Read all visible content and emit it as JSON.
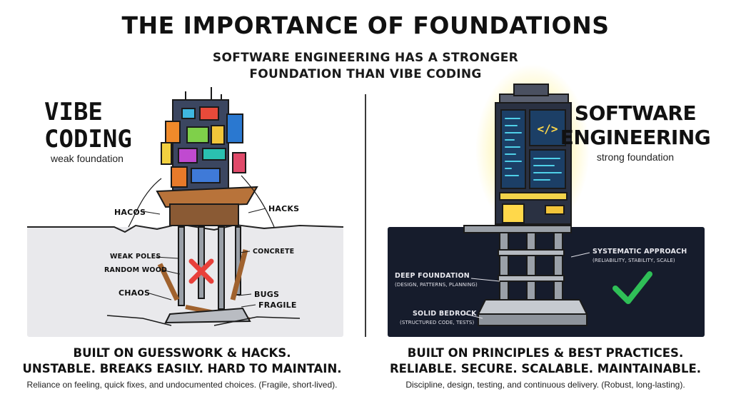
{
  "header": {
    "title": "THE IMPORTANCE OF FOUNDATIONS",
    "subtitle_line1": "SOFTWARE ENGINEERING HAS A STRONGER",
    "subtitle_line2": "FOUNDATION THAN VIBE CODING"
  },
  "left": {
    "heading_line1": "VIBE",
    "heading_line2": "CODING",
    "caption": "weak foundation",
    "labels": {
      "hacos": "HACOS",
      "hacks": "HACKS",
      "weak_poles": "WEAK POLES",
      "random_wood": "RANDOM WOOD",
      "concrete": "CONCRETE",
      "bugs": "BUGS",
      "chaos": "CHAOS",
      "fragile": "FRAGILE"
    },
    "summary_line1": "BUILT ON GUESSWORK & HACKS.",
    "summary_line2": "UNSTABLE. BREAKS EASILY. HARD TO MAINTAIN.",
    "summary_note": "Reliance on feeling, quick fixes, and undocumented choices. (Fragile, short-lived)."
  },
  "right": {
    "heading_line1": "SOFTWARE",
    "heading_line2": "ENGINEERING",
    "caption": "strong foundation",
    "labels": {
      "systematic": "SYSTEMATIC APPROACH",
      "systematic_sub": "(RELIABILITY, STABILITY, SCALE)",
      "deep": "DEEP FOUNDATION",
      "deep_sub": "(DESIGN, PATTERNS, PLANNING)",
      "bedrock": "SOLID BEDROCK",
      "bedrock_sub": "(STRUCTURED CODE, TESTS)"
    },
    "summary_line1": "BUILT ON PRINCIPLES & BEST PRACTICES.",
    "summary_line2": "RELIABLE. SECURE. SCALABLE. MAINTAINABLE.",
    "summary_note": "Discipline, design, testing, and continuous delivery. (Robust, long-lasting)."
  },
  "colors": {
    "left_panel": "#e9e9ec",
    "right_panel": "#161c2c",
    "glow": "#ffe94a",
    "cross": "#e8403a",
    "check": "#2fbf57"
  },
  "icons": {
    "code_screen": "</>",
    "cross": "x-mark-icon",
    "check": "check-mark-icon"
  }
}
